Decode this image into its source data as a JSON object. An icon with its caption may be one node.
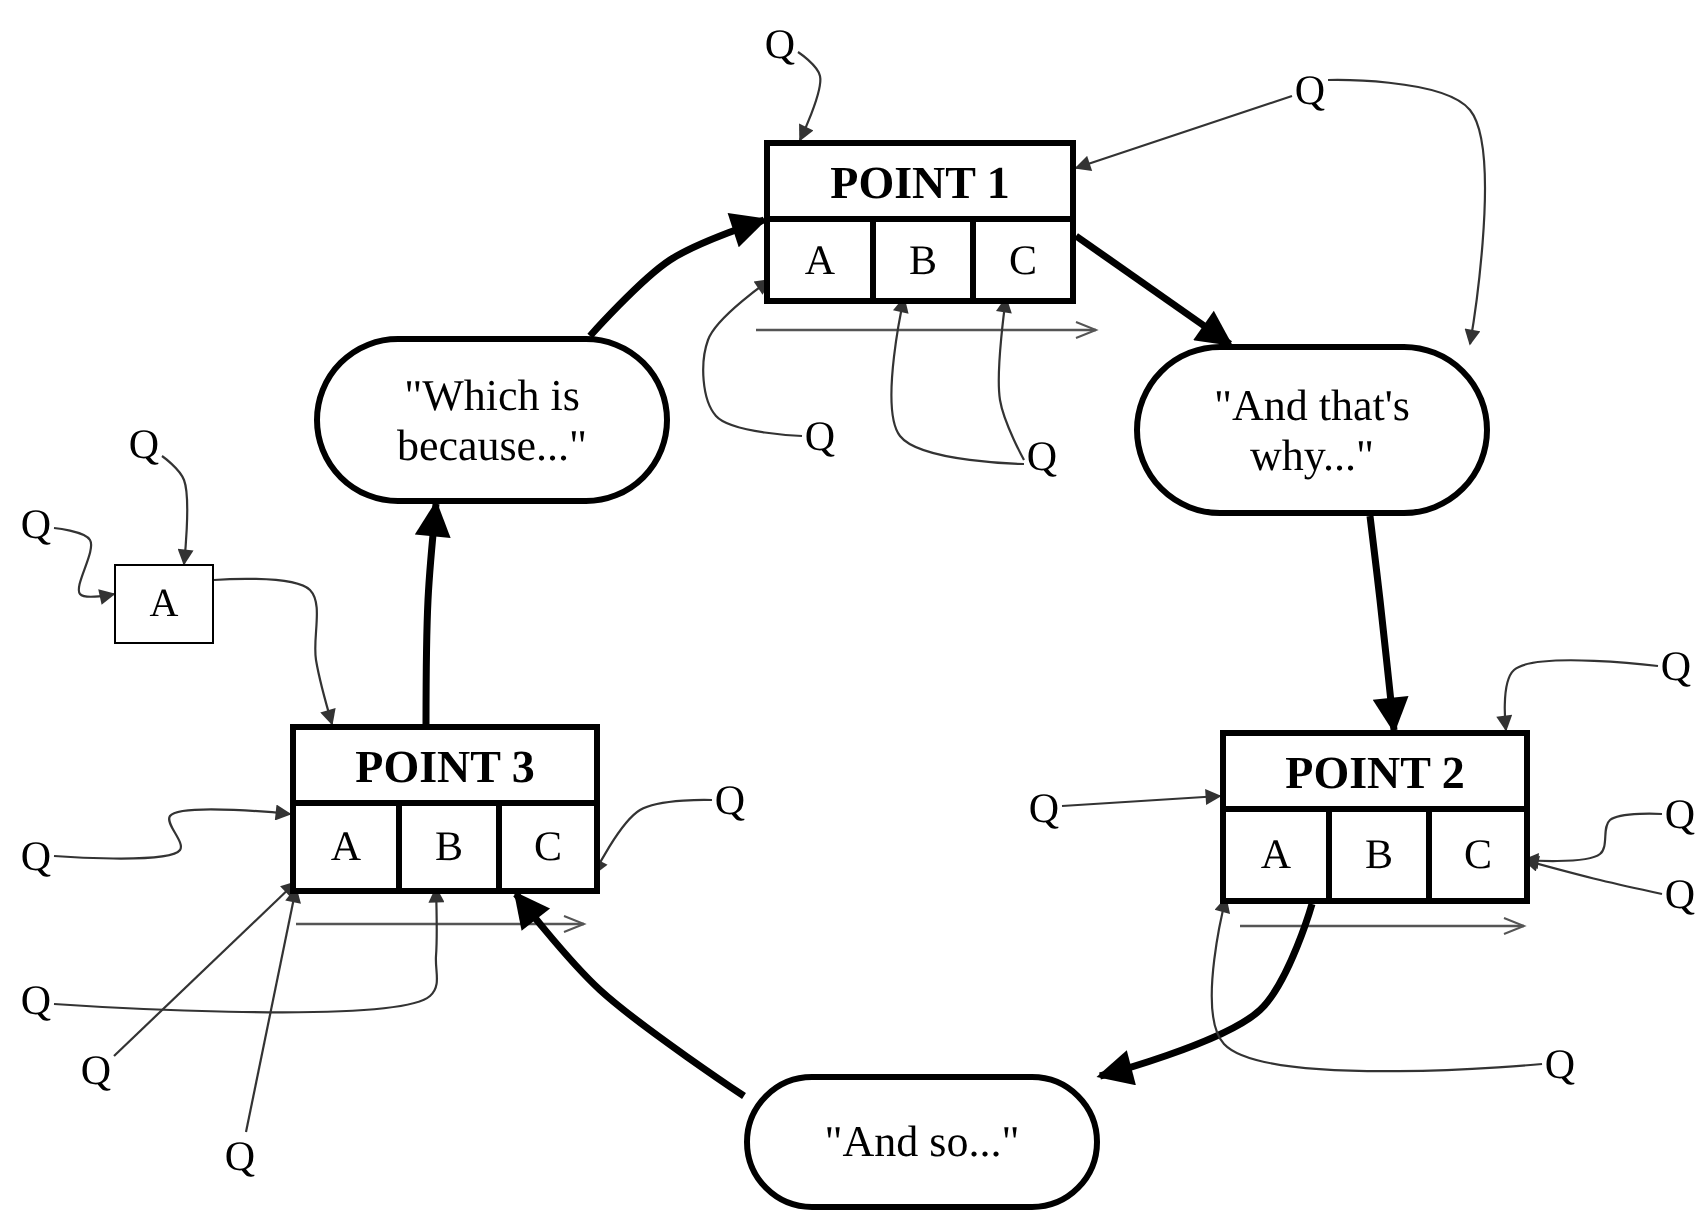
{
  "diagram": {
    "nodes": [
      {
        "text": [
          "POINT 1"
        ]
      },
      {
        "text": [
          "A"
        ],
        "in": 0
      },
      {
        "text": [
          "B"
        ],
        "in": 0
      },
      {
        "text": [
          "C"
        ],
        "in": 0
      },
      {
        "text": [
          "\"Which is because...\""
        ]
      },
      {
        "text": [
          "\"And that's why...\""
        ]
      },
      {
        "text": [
          "A"
        ]
      },
      {
        "text": [
          "POINT 3"
        ]
      },
      {
        "text": [
          "A"
        ],
        "in": 7
      },
      {
        "text": [
          "B"
        ],
        "in": 7
      },
      {
        "text": [
          "C"
        ],
        "in": 7
      },
      {
        "text": [
          "POINT 2"
        ]
      },
      {
        "text": [
          "A"
        ],
        "in": 11
      },
      {
        "text": [
          "B"
        ],
        "in": 11
      },
      {
        "text": [
          "C"
        ],
        "in": 11
      },
      {
        "text": [
          "\"And so...\""
        ]
      },
      {
        "text": [
          "Q"
        ]
      },
      {
        "text": [
          "Q"
        ]
      },
      {
        "text": [
          "Q"
        ]
      },
      {
        "text": [
          "Q"
        ]
      },
      {
        "text": [
          "Q"
        ]
      },
      {
        "text": [
          "Q"
        ]
      },
      {
        "text": [
          "Q"
        ]
      },
      {
        "text": [
          "Q"
        ]
      },
      {
        "text": [
          "Q"
        ]
      },
      {
        "text": [
          "Q"
        ]
      },
      {
        "text": [
          "Q"
        ]
      },
      {
        "text": [
          "Q"
        ]
      },
      {
        "text": [
          "Q"
        ]
      },
      {
        "text": [
          "Q"
        ]
      },
      {
        "text": [
          "Q"
        ]
      },
      {
        "text": [
          "Q"
        ]
      }
    ],
    "edges": [
      {
        "from": 4,
        "to": 0,
        "arrow": "to",
        "style": "thick"
      },
      {
        "from": 0,
        "to": 5,
        "arrow": "to",
        "style": "thick"
      },
      {
        "from": 5,
        "to": 11,
        "arrow": "to",
        "style": "thick"
      },
      {
        "from": 11,
        "to": 15,
        "arrow": "to",
        "style": "thick"
      },
      {
        "from": 15,
        "to": 7,
        "arrow": "to",
        "style": "thick"
      },
      {
        "from": 7,
        "to": 4,
        "arrow": "to",
        "style": "thick"
      },
      {
        "from": 16,
        "to": 0,
        "arrow": "to"
      },
      {
        "from": 17,
        "to": 0,
        "arrow": "to"
      },
      {
        "from": 17,
        "to": 5,
        "arrow": "to"
      },
      {
        "from": 18,
        "to": 1,
        "arrow": "to"
      },
      {
        "from": 19,
        "to": 2,
        "arrow": "to"
      },
      {
        "from": 19,
        "to": 3,
        "arrow": "to"
      },
      {
        "from": 20,
        "to": 6,
        "arrow": "to"
      },
      {
        "from": 21,
        "to": 6,
        "arrow": "to"
      },
      {
        "from": 6,
        "to": 7,
        "arrow": "to"
      },
      {
        "from": 26,
        "to": 7,
        "arrow": "to"
      },
      {
        "from": 23,
        "to": 10,
        "arrow": "to"
      },
      {
        "from": 28,
        "to": 9,
        "arrow": "to"
      },
      {
        "from": 30,
        "to": 8,
        "arrow": "to"
      },
      {
        "from": 31,
        "to": 8,
        "arrow": "to"
      },
      {
        "from": 22,
        "to": 11,
        "arrow": "to"
      },
      {
        "from": 24,
        "to": 11,
        "arrow": "to"
      },
      {
        "from": 25,
        "to": 14,
        "arrow": "to"
      },
      {
        "from": 27,
        "to": 14,
        "arrow": "to"
      },
      {
        "from": 29,
        "to": 12,
        "arrow": "to"
      }
    ]
  }
}
